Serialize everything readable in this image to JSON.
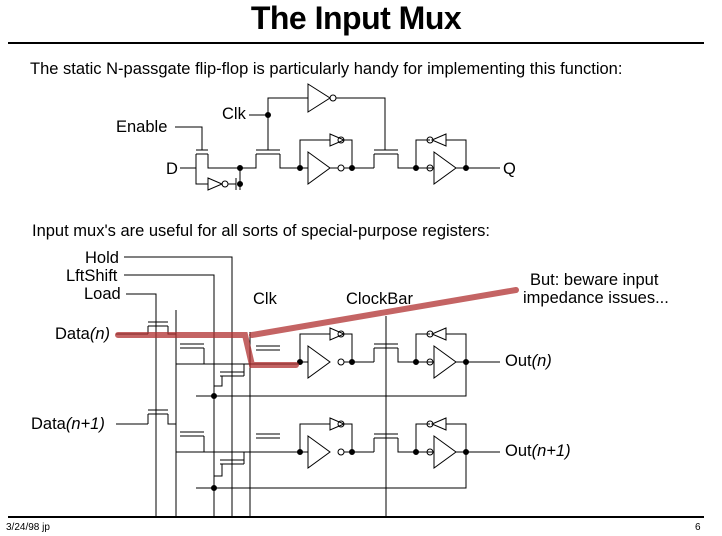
{
  "title": "The Input Mux",
  "intro": "The static N-passgate flip-flop is particularly handy for implementing this function:",
  "top_circuit": {
    "enable_label": "Enable",
    "clk_label": "Clk",
    "d_label": "D",
    "q_label": "Q"
  },
  "mux_text": "Input mux's are useful for all sorts of special-purpose registers:",
  "mux_circuit": {
    "hold_label": "Hold",
    "lftshift_label": "LftShift",
    "load_label": "Load",
    "clk_label": "Clk",
    "clockbar_label": "ClockBar",
    "data_n_label": "Data",
    "data_n_index": "(n)",
    "data_n1_label": "Data",
    "data_n1_index": "(n+1)",
    "out_n_label": "Out",
    "out_n_index": "(n)",
    "out_n1_label": "Out",
    "out_n1_index": "(n+1)",
    "note_line1": "But:  beware input",
    "note_line2": "impedance issues...",
    "highlight_color": "#b03030"
  },
  "footer": {
    "date": "3/24/98  jp",
    "page": "6"
  }
}
